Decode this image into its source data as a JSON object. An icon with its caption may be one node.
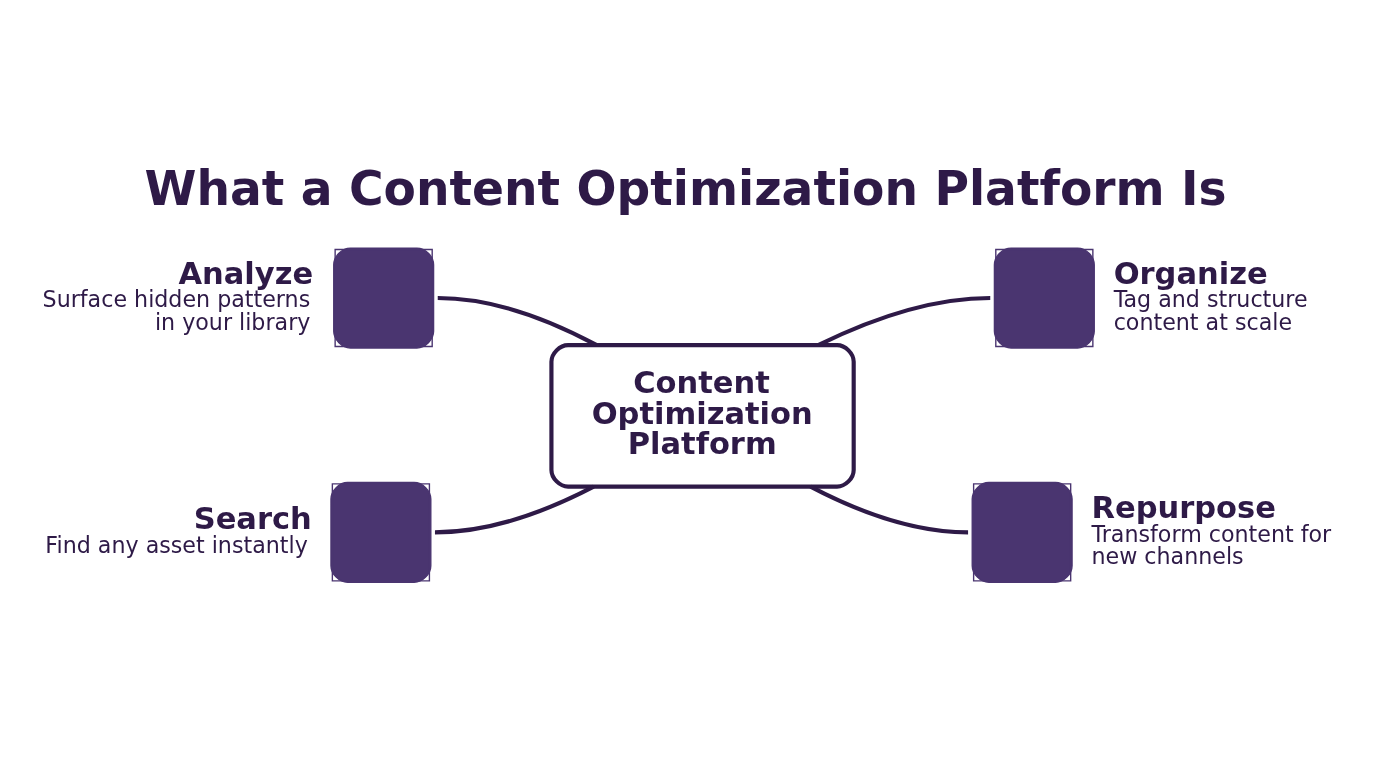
{
  "diagram": {
    "title": "What a Content Optimization Platform Is",
    "nodes": [
      {
        "text": [
          "Content Optimization Platform"
        ]
      },
      {
        "text": [
          "Analyze",
          "Surface hidden patterns in your library"
        ]
      },
      {
        "text": [
          "Organize",
          "Tag and structure content at scale"
        ]
      },
      {
        "text": [
          "Search",
          "Find any asset instantly"
        ]
      },
      {
        "text": [
          "Repurpose",
          "Transform content for new channels"
        ]
      }
    ],
    "edges": [
      {
        "from": 1,
        "to": 0,
        "arrow": "none"
      },
      {
        "from": 0,
        "to": 2,
        "arrow": "none"
      },
      {
        "from": 3,
        "to": 0,
        "arrow": "none"
      },
      {
        "from": 0,
        "to": 4,
        "arrow": "none"
      }
    ]
  }
}
